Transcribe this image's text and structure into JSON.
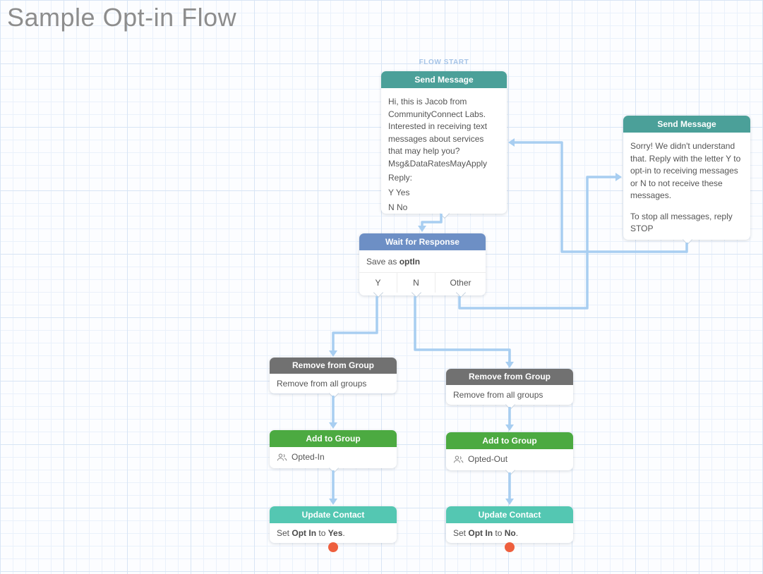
{
  "page": {
    "title": "Sample Opt-in Flow"
  },
  "flow_start_label": "FLOW START",
  "colors": {
    "send_message_header": "#4ba099",
    "wait_header": "#6d8fc5",
    "remove_group_header": "#717171",
    "add_group_header": "#4caa41",
    "update_contact_header": "#54c7b2",
    "connector_line": "#a8cef1",
    "unconnected_exit_dot": "#ee5f3e",
    "flow_start_label_color": "#a6c4e7"
  },
  "nodes": {
    "send_message_1": {
      "title": "Send Message",
      "message": "Hi, this is Jacob from CommunityConnect Labs. Interested in receiving text messages about services that may help you? Msg&DataRatesMayApply",
      "line_reply": "Reply:",
      "line_y": "Y Yes",
      "line_n": "N No"
    },
    "wait_for_response": {
      "title": "Wait for Response",
      "save_prefix": "Save as ",
      "save_variable": "optIn",
      "categories": [
        "Y",
        "N",
        "Other"
      ]
    },
    "send_message_2": {
      "title": "Send Message",
      "paragraph_1": "Sorry! We didn't understand that. Reply with the letter Y to opt-in to receiving messages or N to not receive these messages.",
      "paragraph_2": "To stop all messages, reply STOP"
    },
    "remove_from_group_left": {
      "title": "Remove from Group",
      "body": "Remove from all groups"
    },
    "remove_from_group_right": {
      "title": "Remove from Group",
      "body": "Remove from all groups"
    },
    "add_to_group_left": {
      "title": "Add to Group",
      "group_name": "Opted-In"
    },
    "add_to_group_right": {
      "title": "Add to Group",
      "group_name": "Opted-Out"
    },
    "update_contact_left": {
      "title": "Update Contact",
      "prefix": "Set ",
      "field": "Opt In",
      "connector_word": " to ",
      "value": "Yes",
      "suffix": "."
    },
    "update_contact_right": {
      "title": "Update Contact",
      "prefix": "Set ",
      "field": "Opt In",
      "connector_word": " to ",
      "value": "No",
      "suffix": "."
    }
  }
}
